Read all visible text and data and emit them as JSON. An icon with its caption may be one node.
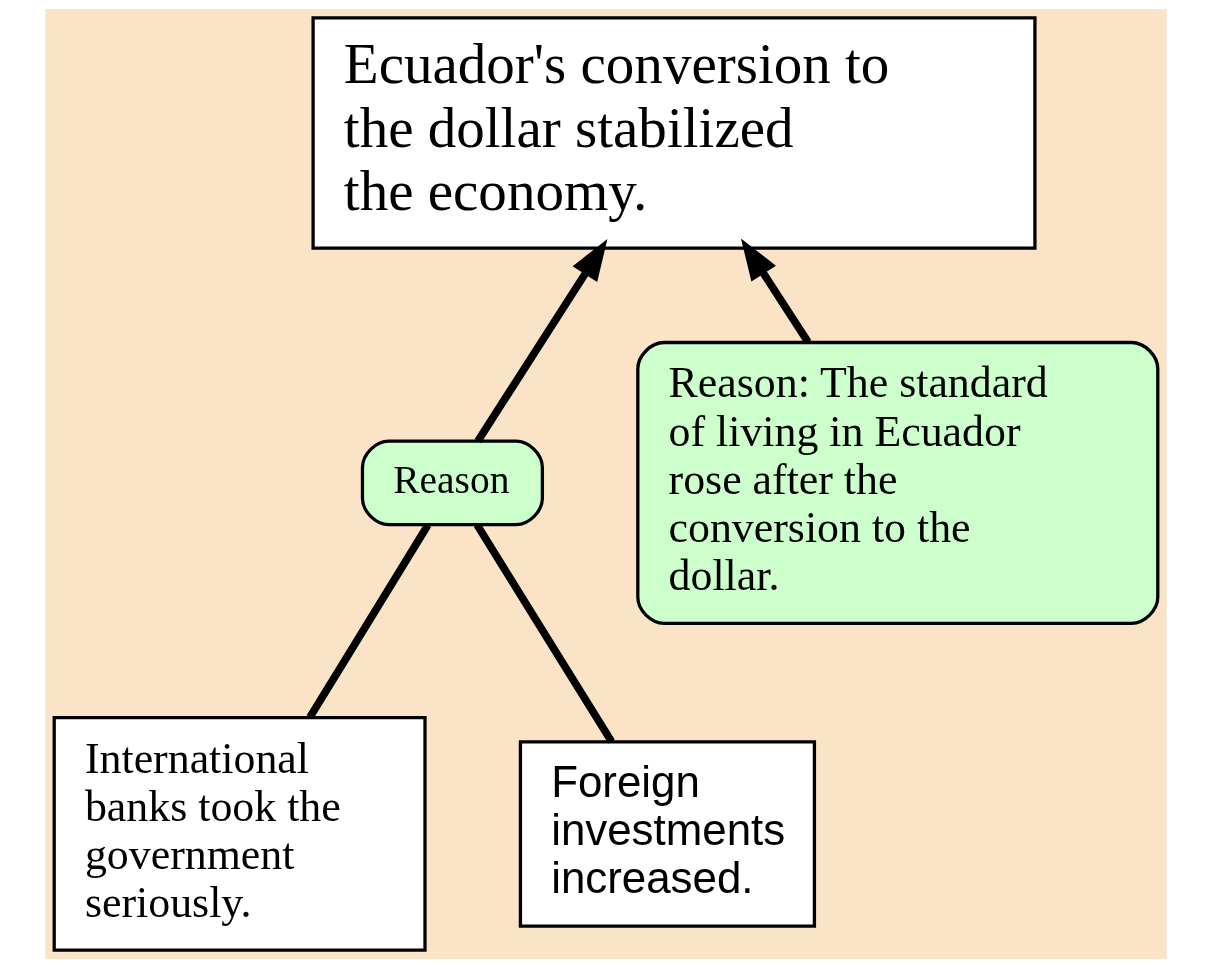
{
  "diagram": {
    "nodes": [
      {
        "text": [
          "Ecuador's conversion to the dollar stabilized the economy."
        ]
      },
      {
        "text": [
          "Reason"
        ]
      },
      {
        "text": [
          "Reason: The standard of living in Ecuador rose after the conversion to the dollar."
        ]
      },
      {
        "text": [
          "International banks took the government seriously."
        ]
      },
      {
        "text": [
          "Foreign investments increased."
        ]
      }
    ],
    "edges": [
      {
        "from": 3,
        "to": 1,
        "arrow": "none"
      },
      {
        "from": 4,
        "to": 1,
        "arrow": "none"
      },
      {
        "from": 1,
        "to": 0,
        "arrow": "to"
      },
      {
        "from": 2,
        "to": 0,
        "arrow": "to"
      }
    ]
  }
}
